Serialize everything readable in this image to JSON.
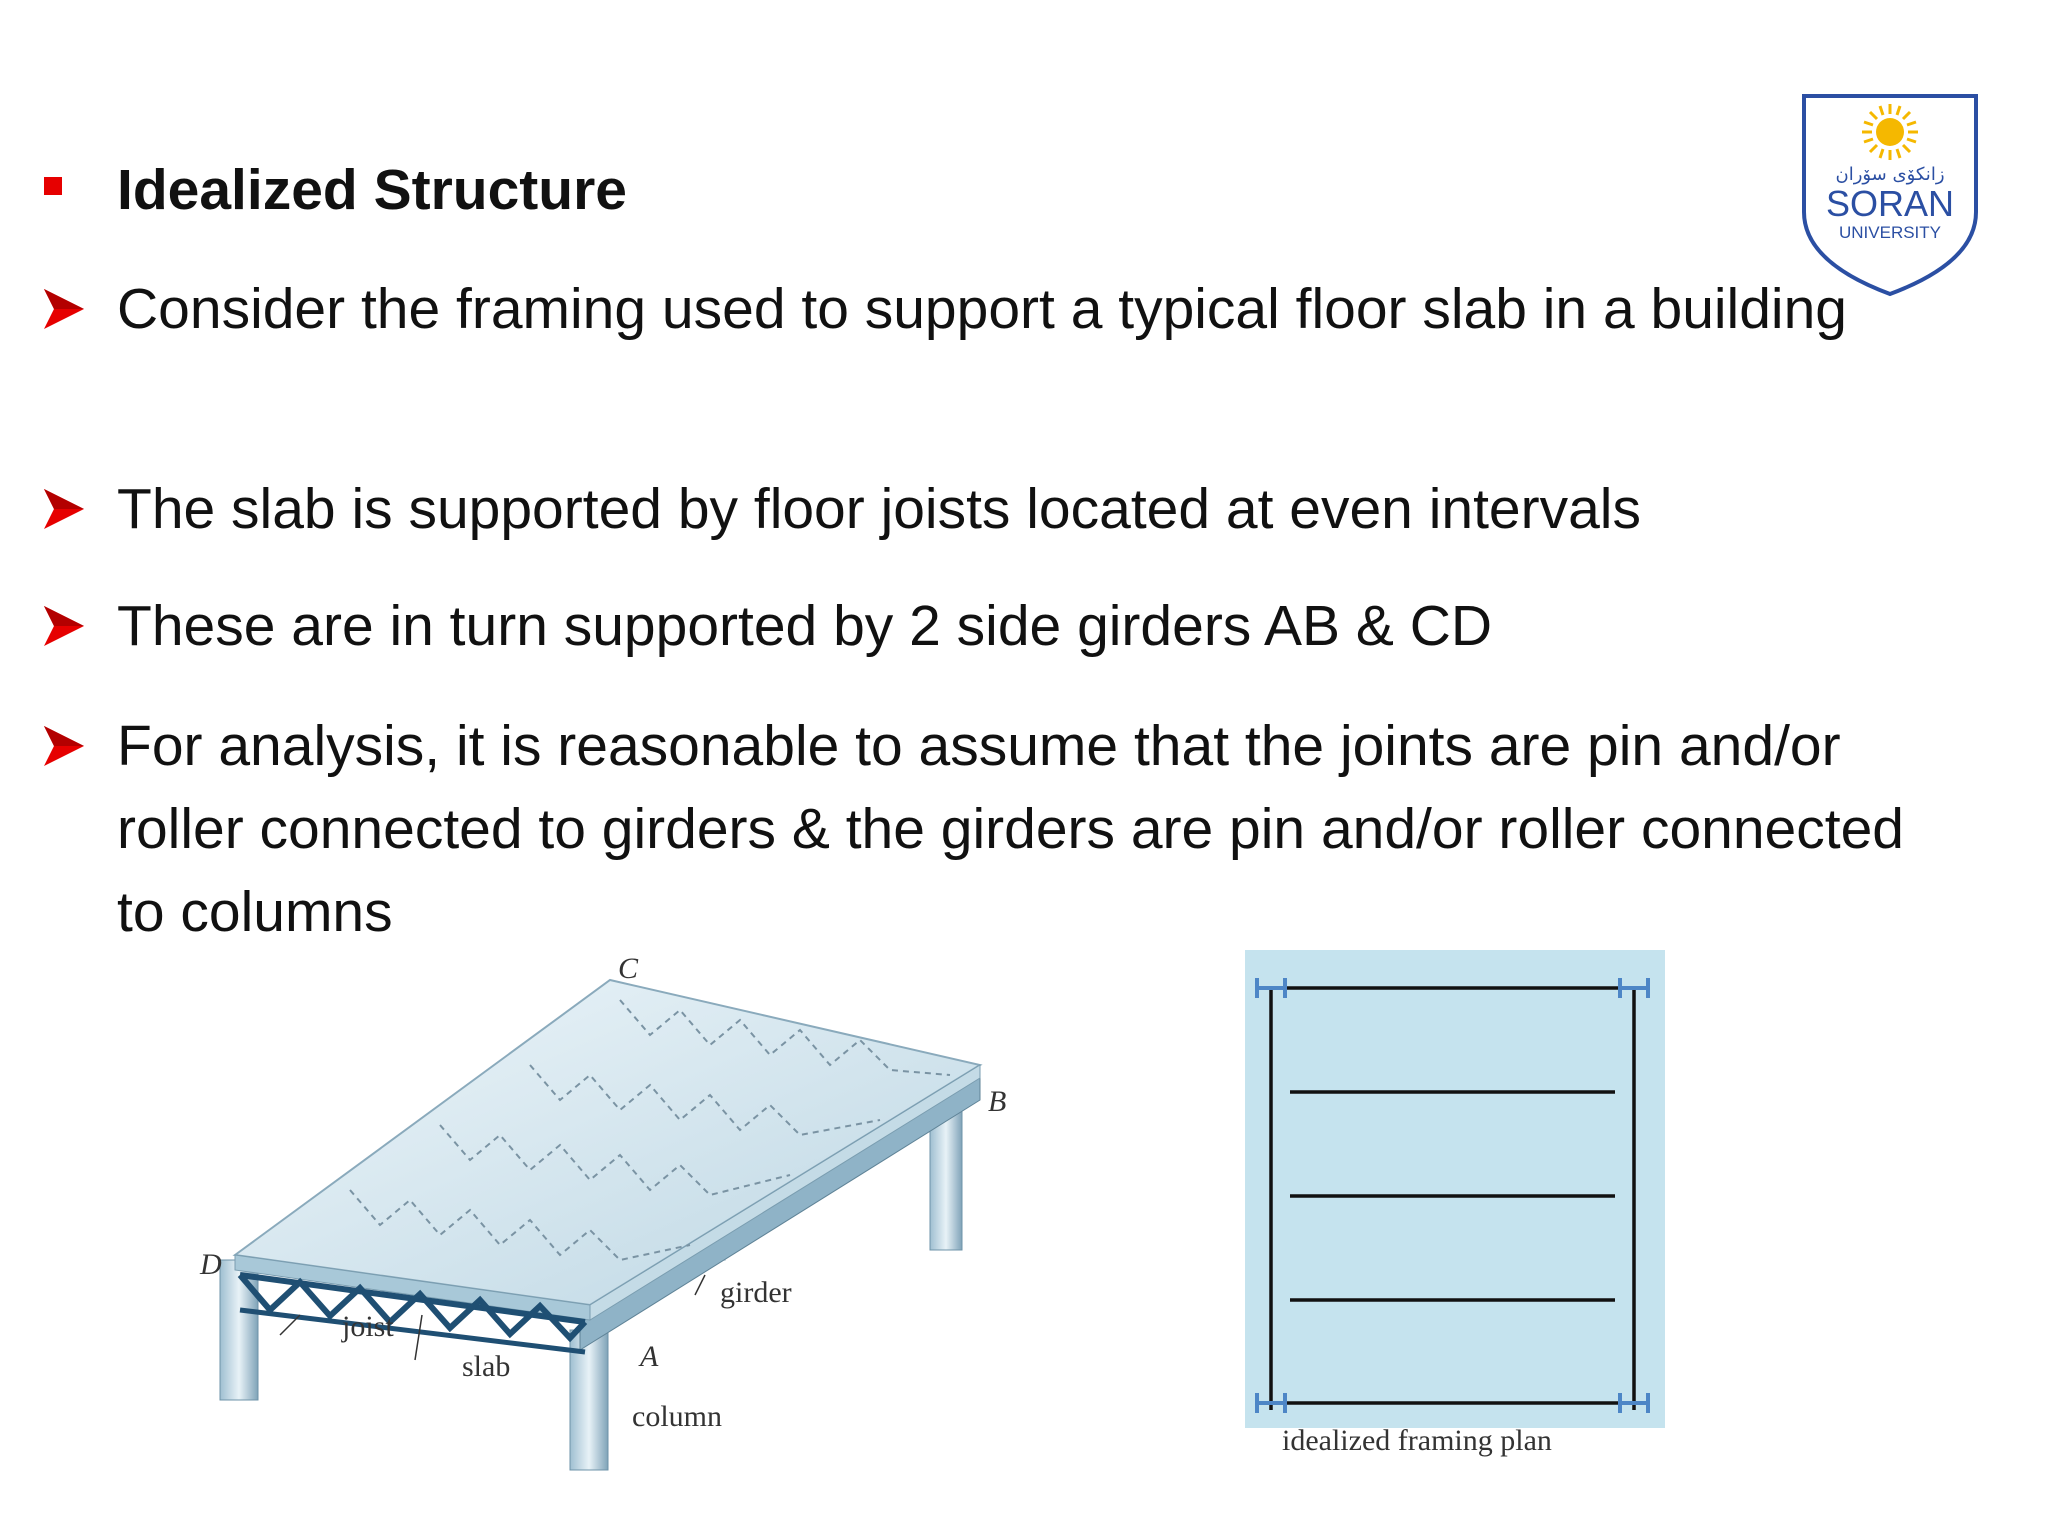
{
  "logo": {
    "script_text": "زانکۆی سۆران",
    "name_line1": "SORAN",
    "name_line2": "UNIVERSITY"
  },
  "heading": "Idealized Structure",
  "bullets": [
    "Consider the framing used to support a typical floor slab in a building",
    "The slab is supported by floor joists located at even intervals",
    "These are in turn supported by 2 side girders AB & CD",
    "For analysis, it is reasonable to assume that the joints are pin and/or roller connected to girders & the girders are pin and/or roller connected to columns"
  ],
  "figure_3d": {
    "labels": {
      "c": "C",
      "b": "B",
      "d": "D",
      "a": "A",
      "girder": "girder",
      "joist": "joist",
      "slab": "slab",
      "column": "column"
    }
  },
  "figure_plan": {
    "caption": "idealized framing plan"
  },
  "colors": {
    "bullet_red": "#e60000",
    "plan_fill": "#c5e3ee",
    "logo_blue": "#2b4fa3",
    "logo_sun": "#f5b800"
  }
}
